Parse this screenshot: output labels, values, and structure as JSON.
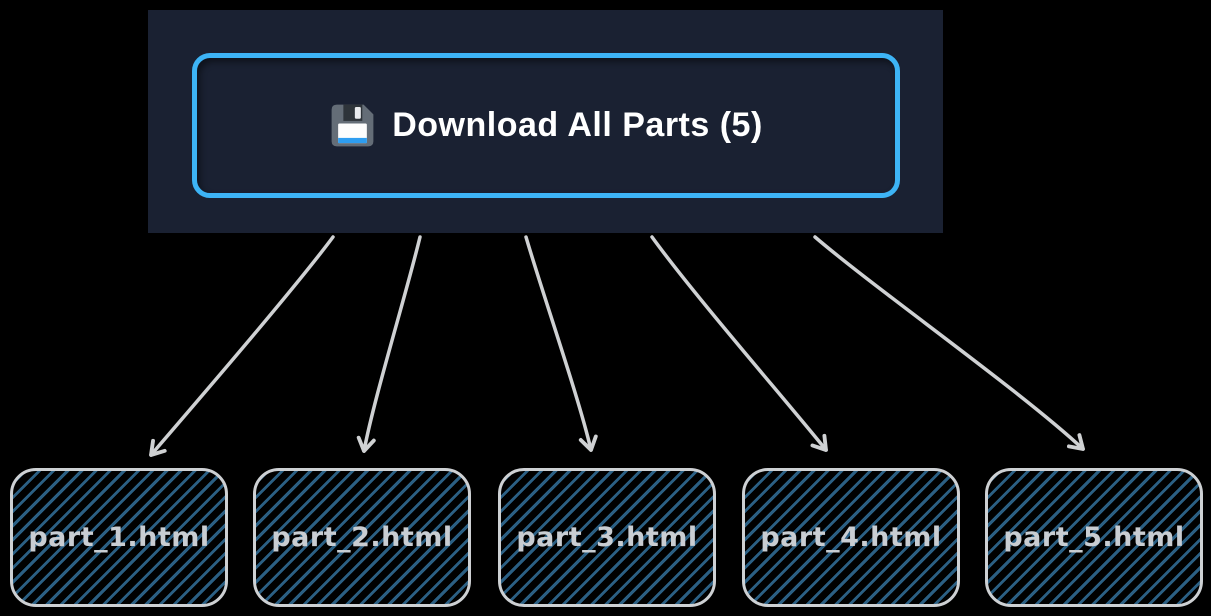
{
  "header": {
    "button": {
      "label": "Download All Parts (5)",
      "count": 5,
      "icon": "floppy-disk-icon"
    }
  },
  "parts": [
    {
      "label": "part_1.html"
    },
    {
      "label": "part_2.html"
    },
    {
      "label": "part_3.html"
    },
    {
      "label": "part_4.html"
    },
    {
      "label": "part_5.html"
    }
  ],
  "colors": {
    "background": "#000000",
    "panel": "#1a2132",
    "button_border": "#3db4f6",
    "button_text": "#ffffff",
    "hatch": "#2b5f83",
    "box_border": "#cdd0d3",
    "box_text": "#c9cdd2",
    "arrow": "#cfd1d3",
    "floppy_body": "#646d77",
    "floppy_stripe": "#2e9df0"
  }
}
